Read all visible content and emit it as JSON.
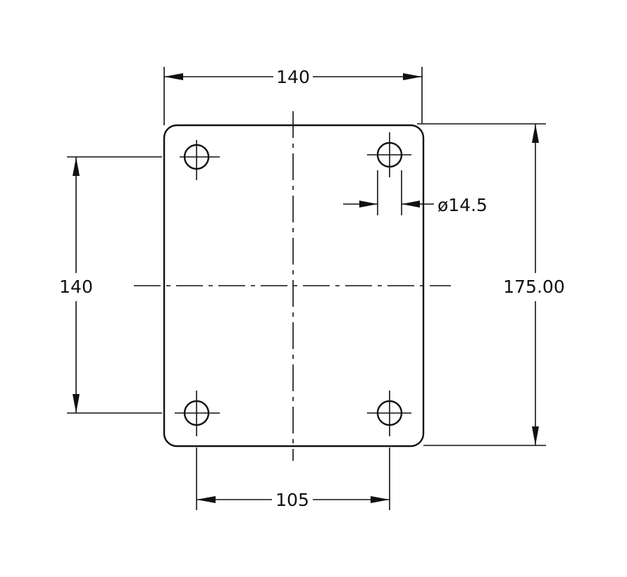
{
  "dimensions": {
    "top_width": "140",
    "left_hole_spacing": "140",
    "right_height": "175.00",
    "bottom_hole_spacing": "105",
    "hole_diameter": "ø14.5"
  },
  "colors": {
    "ink": "#111111",
    "background": "#ffffff"
  }
}
